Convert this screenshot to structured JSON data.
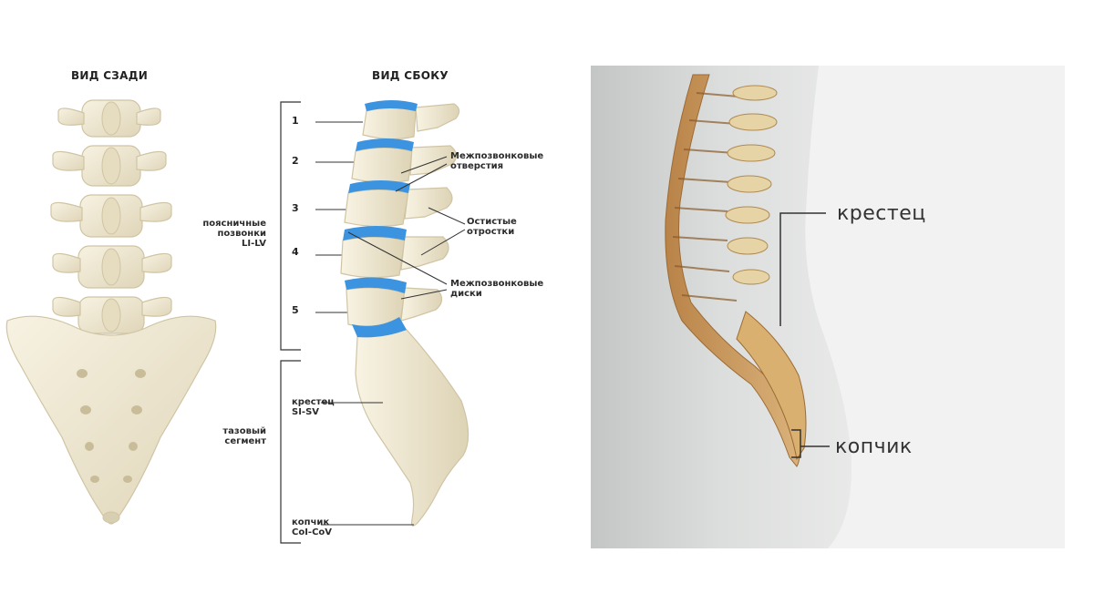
{
  "back_view": {
    "heading": "ВИД СЗАДИ"
  },
  "side_view": {
    "heading": "ВИД СБОКУ",
    "vertebra_numbers": [
      "1",
      "2",
      "3",
      "4",
      "5"
    ],
    "lumbar_label": "поясничные\nпозвонки\nLI-LV",
    "pelvic_label": "тазовый\nсегмент",
    "sacrum_label": "крестец\nSI-SV",
    "coccyx_label": "копчик\nCoI-CoV",
    "foramina_label": "Межпозвонковые\nотверстия",
    "spinous_label": "Остистые\nотростки",
    "discs_label": "Межпозвонковые\nдиски"
  },
  "photo_panel": {
    "sacrum_label": "крестец",
    "coccyx_label": "копчик"
  },
  "colors": {
    "bone": "#f1ead4",
    "disc": "#3c93e0",
    "spine_tan": "#c99a5a",
    "body_gray": "#d4d6d5"
  }
}
